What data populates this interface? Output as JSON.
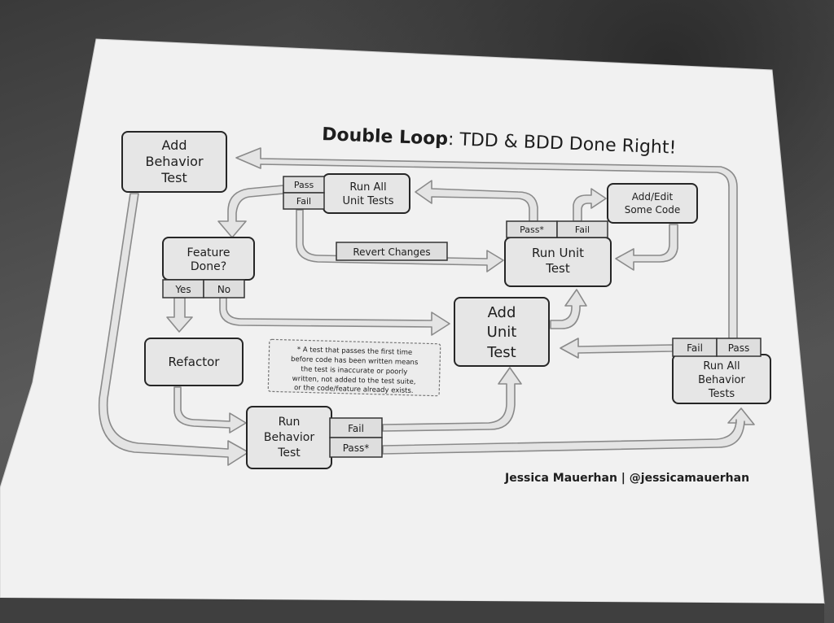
{
  "title": {
    "bold": "Double Loop",
    "rest": ": TDD & BDD Done Right!"
  },
  "nodes": {
    "add_behavior_test": [
      "Add",
      "Behavior",
      "Test"
    ],
    "run_all_unit_tests": [
      "Run All",
      "Unit Tests"
    ],
    "add_edit_code": [
      "Add/Edit",
      "Some Code"
    ],
    "feature_done": [
      "Feature",
      "Done?"
    ],
    "run_unit_test": [
      "Run Unit",
      "Test"
    ],
    "add_unit_test": [
      "Add",
      "Unit",
      "Test"
    ],
    "refactor": "Refactor",
    "run_all_behavior_tests": [
      "Run All",
      "Behavior",
      "Tests"
    ],
    "run_behavior_test": [
      "Run",
      "Behavior",
      "Test"
    ],
    "revert_changes": "Revert Changes"
  },
  "tabs": {
    "pass": "Pass",
    "fail": "Fail",
    "pass_star": "Pass*",
    "yes": "Yes",
    "no": "No"
  },
  "note": [
    "* A test that passes the first time",
    "before code has been written means",
    "the test is inaccurate or poorly",
    "written, not added to the test suite,",
    "or the code/feature already exists."
  ],
  "author": "Jessica Mauerhan | @jessicamauerhan"
}
